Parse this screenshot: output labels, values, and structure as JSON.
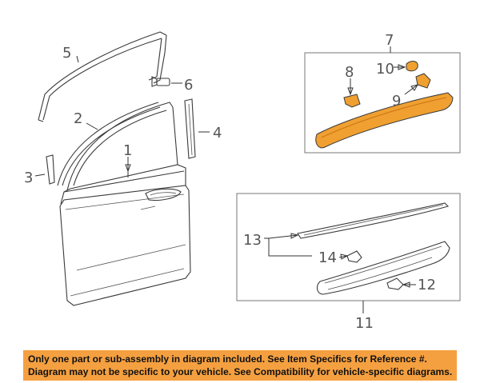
{
  "callouts": {
    "c1": "1",
    "c2": "2",
    "c3": "3",
    "c4": "4",
    "c5": "5",
    "c6": "6",
    "c7": "7",
    "c8": "8",
    "c9": "9",
    "c10": "10",
    "c11": "11",
    "c12": "12",
    "c13": "13",
    "c14": "14"
  },
  "colors": {
    "highlight_part": "#f0a030",
    "banner": "#f5a040"
  },
  "disclaimer": {
    "line1": "Only one part or sub-assembly in diagram included. See Item Specifics for Reference #.",
    "line2": "Diagram may not be specific to your vehicle. See Compatibility for vehicle-specific diagrams."
  }
}
